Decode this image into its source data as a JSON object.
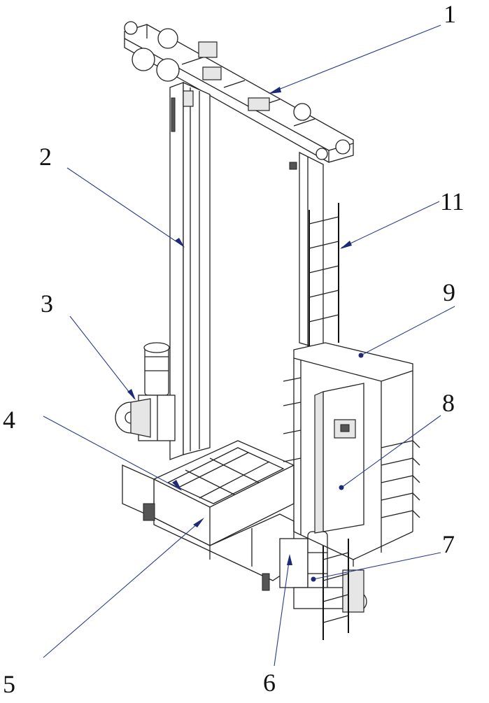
{
  "callouts": [
    {
      "id": "c1",
      "label": "1"
    },
    {
      "id": "c2",
      "label": "2"
    },
    {
      "id": "c3",
      "label": "3"
    },
    {
      "id": "c4",
      "label": "4"
    },
    {
      "id": "c5",
      "label": "5"
    },
    {
      "id": "c6",
      "label": "6"
    },
    {
      "id": "c7",
      "label": "7"
    },
    {
      "id": "c8",
      "label": "8"
    },
    {
      "id": "c9",
      "label": "9"
    },
    {
      "id": "c11",
      "label": "11"
    }
  ],
  "colors": {
    "line": "#222222",
    "leader": "#2a3a8a",
    "arrow": "#1d2a78",
    "background": "#ffffff"
  }
}
